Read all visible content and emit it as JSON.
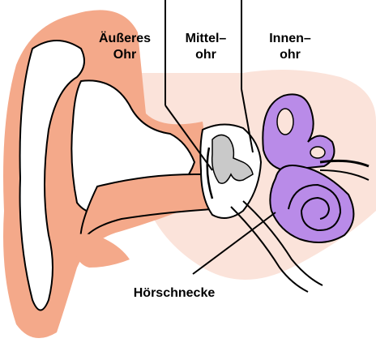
{
  "labels": {
    "outer_ear": {
      "line1": "Äußeres",
      "line2": "Ohr"
    },
    "middle_ear": {
      "line1": "Mittel–",
      "line2": "ohr"
    },
    "inner_ear": {
      "line1": "Innen–",
      "line2": "ohr"
    },
    "cochlea": "Hörschnecke"
  },
  "colors": {
    "skin": "#f4a98a",
    "skin_light": "#fbe3da",
    "cartilage": "#ffffff",
    "inner_ear": "#b98be8",
    "ossicles": "#c9c9c9",
    "outline": "#000000"
  }
}
